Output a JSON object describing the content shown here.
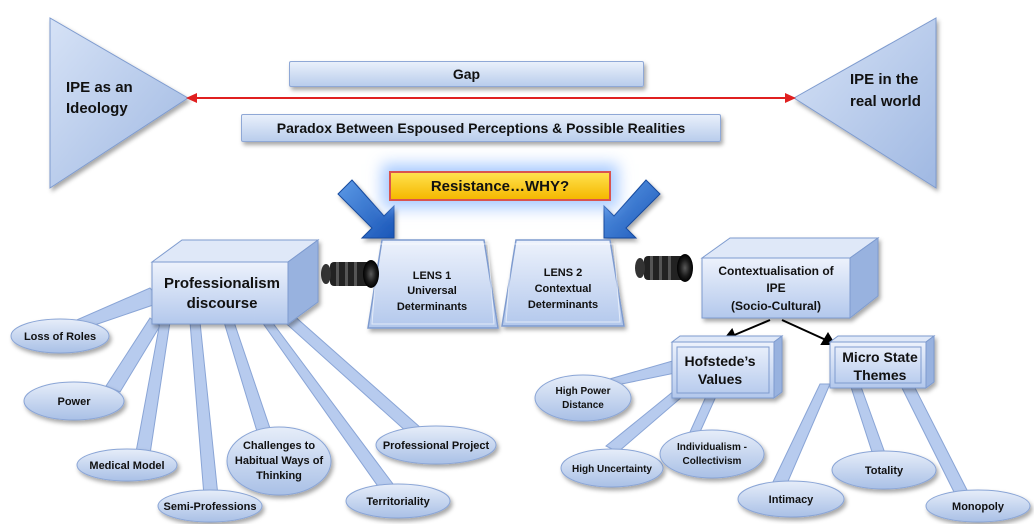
{
  "top": {
    "left_triangle": [
      "IPE as an",
      "Ideology"
    ],
    "right_triangle": [
      "IPE in the",
      "real world"
    ],
    "gap": "Gap",
    "paradox": "Paradox Between Espoused Perceptions & Possible Realities",
    "resistance": "Resistance…WHY?"
  },
  "lenses": {
    "lens1": [
      "LENS 1",
      "Universal",
      "Determinants"
    ],
    "lens2": [
      "LENS 2",
      "Contextual",
      "Determinants"
    ]
  },
  "professionalism": {
    "title": [
      "Professionalism",
      "discourse"
    ],
    "callouts": [
      [
        "Loss of Roles"
      ],
      [
        "Power"
      ],
      [
        "Medical Model"
      ],
      [
        "Semi-Professions"
      ],
      [
        "Challenges to",
        "Habitual Ways of",
        "Thinking"
      ],
      [
        "Territoriality"
      ],
      [
        "Professional Project"
      ]
    ]
  },
  "context": {
    "title": [
      "Contextualisation of",
      "IPE",
      "(Socio-Cultural)"
    ],
    "hofstede": {
      "title": [
        "Hofstede’s",
        "Values"
      ],
      "callouts": [
        [
          "High Power",
          "Distance"
        ],
        [
          "High Uncertainty"
        ],
        [
          "Individualism -",
          "Collectivism"
        ]
      ]
    },
    "micro": {
      "title": [
        "Micro State",
        "Themes"
      ],
      "callouts": [
        [
          "Intimacy"
        ],
        [
          "Totality"
        ],
        [
          "Monopoly"
        ]
      ]
    }
  },
  "colors": {
    "box_light": "#e8eefb",
    "box_dark": "#a9c0e8",
    "arrow_red": "#e02020",
    "arrow_blue": "#1f64c8",
    "resistance_fill": "#ffd21f",
    "resistance_border": "#d9534f"
  },
  "icons": [
    "camera-lens-icon"
  ]
}
